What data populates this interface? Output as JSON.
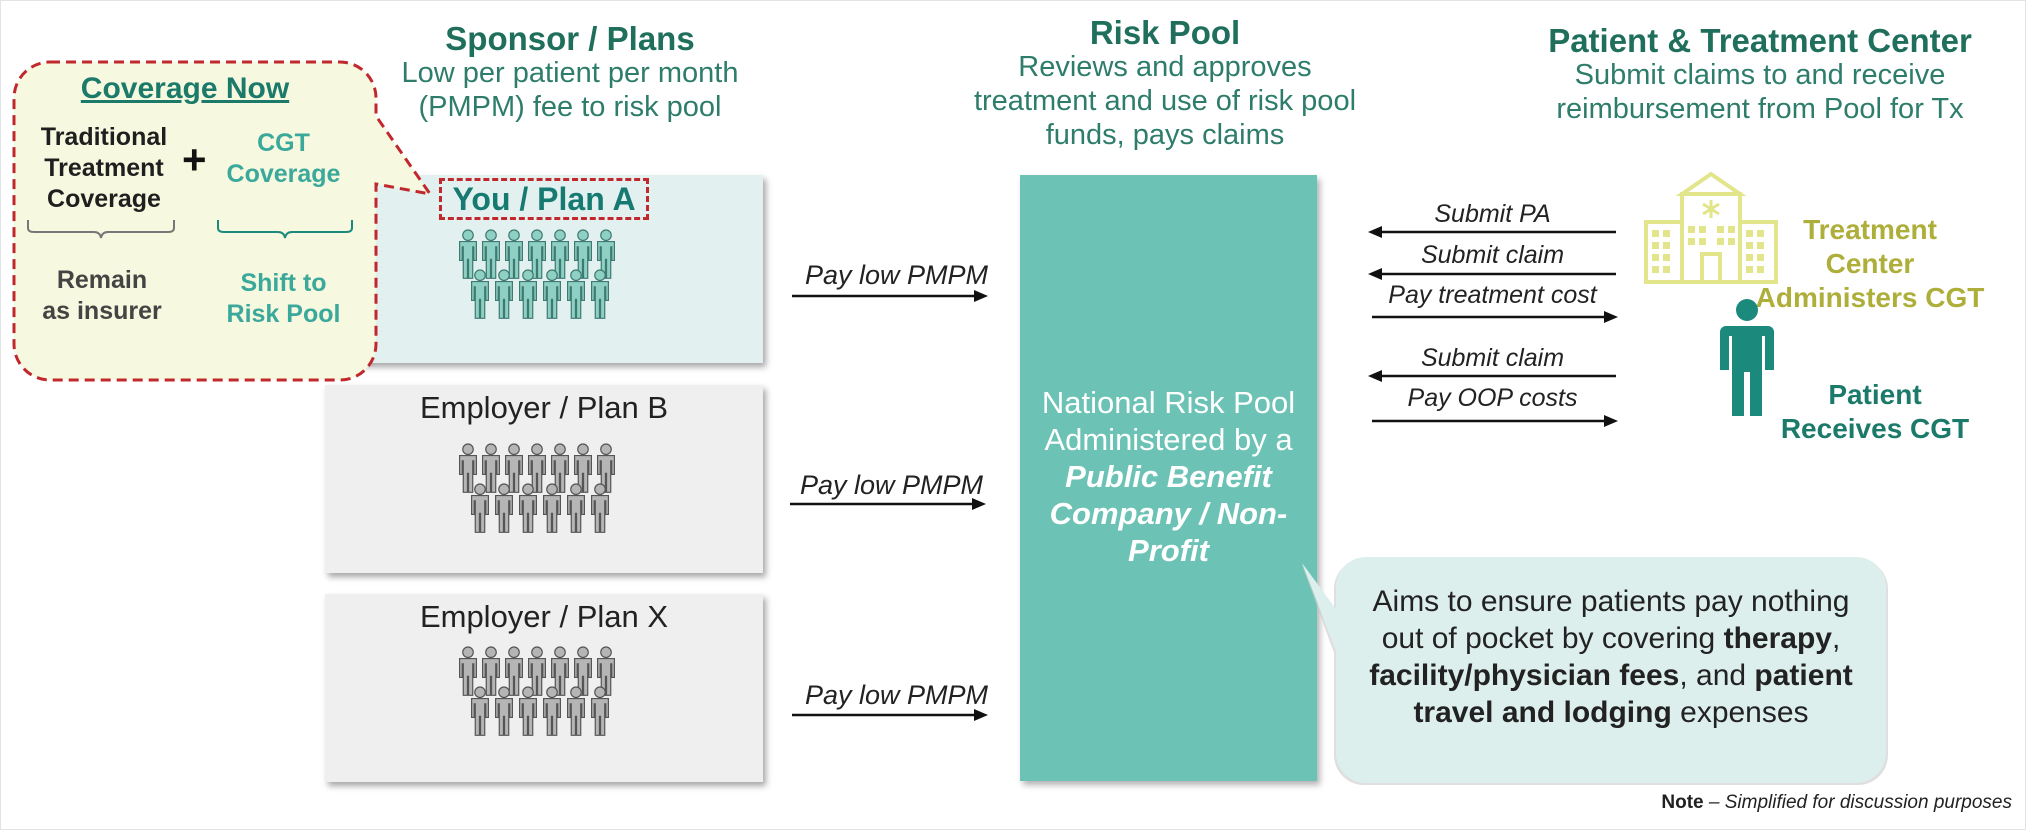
{
  "columns": {
    "sponsor": {
      "title": "Sponsor / Plans",
      "subtitle_1": "Low per patient per month",
      "subtitle_2": "(PMPM) fee to risk pool"
    },
    "pool": {
      "title": "Risk Pool",
      "subtitle_1": "Reviews and approves",
      "subtitle_2": "treatment and use of risk pool",
      "subtitle_3": "funds, pays claims"
    },
    "patient": {
      "title": "Patient & Treatment Center",
      "subtitle_1": "Submit claims to and receive",
      "subtitle_2": "reimbursement from Pool for Tx"
    }
  },
  "plans": [
    {
      "label": "You / Plan A",
      "pmpm": "Pay low PMPM"
    },
    {
      "label": "Employer / Plan B",
      "pmpm": "Pay low PMPM"
    },
    {
      "label": "Employer / Plan X",
      "pmpm": "Pay low PMPM"
    }
  ],
  "pool_box": {
    "line_1": "National Risk Pool",
    "line_2": "Administered by a",
    "line_3": "Public Benefit",
    "line_4": "Company / Non-",
    "line_5": "Profit"
  },
  "flows": [
    {
      "label": "Submit PA",
      "direction": "left"
    },
    {
      "label": "Submit claim",
      "direction": "left"
    },
    {
      "label": "Pay treatment cost",
      "direction": "right"
    },
    {
      "label": "Submit claim",
      "direction": "left"
    },
    {
      "label": "Pay OOP costs",
      "direction": "right"
    }
  ],
  "treatment_center": {
    "line_1": "Treatment",
    "line_2": "Center",
    "line_3": "Administers CGT"
  },
  "patient": {
    "line_1": "Patient",
    "line_2": "Receives CGT"
  },
  "coverage": {
    "title": "Coverage Now",
    "traditional_1": "Traditional",
    "traditional_2": "Treatment",
    "traditional_3": "Coverage",
    "plus": "+",
    "cgt_1": "CGT",
    "cgt_2": "Coverage",
    "remain_1": "Remain",
    "remain_2": "as insurer",
    "shift_1": "Shift to",
    "shift_2": "Risk Pool"
  },
  "callout": {
    "p1": "Aims to ensure patients pay nothing",
    "p2a": "out of pocket by covering ",
    "p2b": "therapy",
    "p2c": ",",
    "p3a": "facility/physician fees",
    "p3b": ", and ",
    "p3c": "patient",
    "p4a": "travel and lodging",
    "p4b": " expenses"
  },
  "note": {
    "label": "Note",
    "text": " – Simplified for discussion purposes"
  },
  "colors": {
    "teal_dark": "#1f6f5c",
    "pool_fill": "#6cc3b5",
    "treatment_olive": "#aeae3a",
    "building_yellow": "#e6e88a",
    "callout_fill": "#f6f8df",
    "dashed_red": "#c0282d"
  }
}
